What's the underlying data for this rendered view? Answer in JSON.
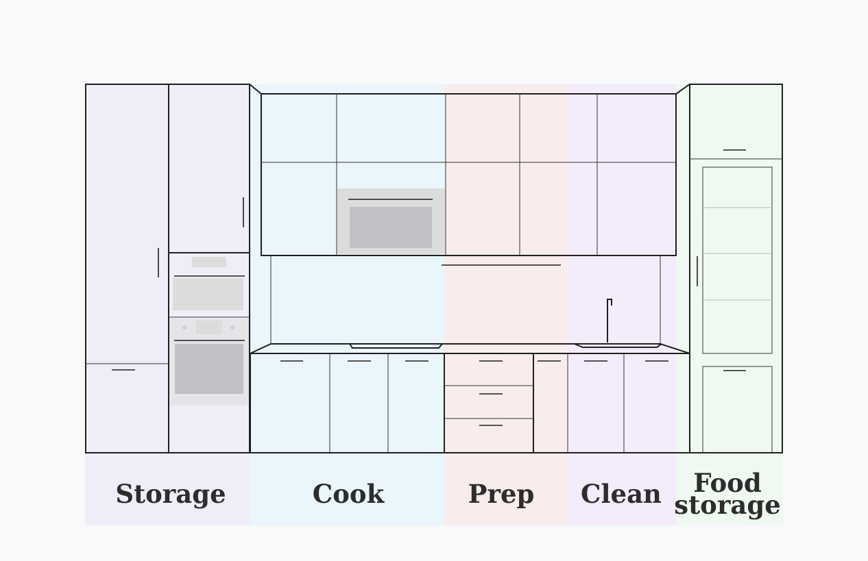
{
  "zones": [
    {
      "id": "storage",
      "label_lines": [
        "Storage"
      ],
      "color": "#eeeef8"
    },
    {
      "id": "cook",
      "label_lines": [
        "Cook"
      ],
      "color": "#eaf6fb"
    },
    {
      "id": "prep",
      "label_lines": [
        "Prep"
      ],
      "color": "#f8ecec"
    },
    {
      "id": "clean",
      "label_lines": [
        "Clean"
      ],
      "color": "#f5ecfb"
    },
    {
      "id": "food-storage",
      "label_lines": [
        "Food",
        "storage"
      ],
      "color": "#eff9f1"
    }
  ],
  "colors": {
    "outline": "#1f1f1f",
    "appliance": "#dcdcdc",
    "appliance_window": "#c2c2c6",
    "background": "#f7f9fa",
    "label_text": "#2d2d2d"
  }
}
